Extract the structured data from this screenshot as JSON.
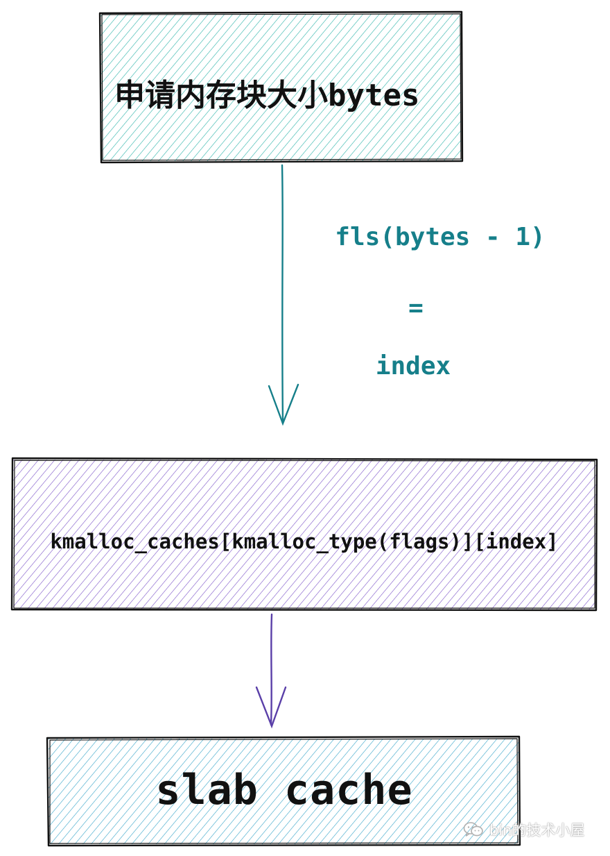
{
  "nodes": {
    "request": {
      "label": "申请内存块大小bytes",
      "color": "#167f8a",
      "hatch": "#2ab2a8"
    },
    "lookup": {
      "label": "kmalloc_caches[kmalloc_type(flags)][index]",
      "color": "#6a3fb0",
      "hatch": "#7a52c8"
    },
    "slab": {
      "label": "slab cache",
      "color": "#1f7fb5",
      "hatch": "#34a3c8"
    }
  },
  "edges": {
    "request_to_lookup": {
      "color": "#167f8a",
      "label_lines": [
        "fls(bytes - 1)",
        "=",
        "index"
      ]
    },
    "lookup_to_slab": {
      "color": "#5a3fa8"
    }
  },
  "watermark": {
    "text": "bin的技术小屋",
    "icon": "wechat-icon"
  }
}
